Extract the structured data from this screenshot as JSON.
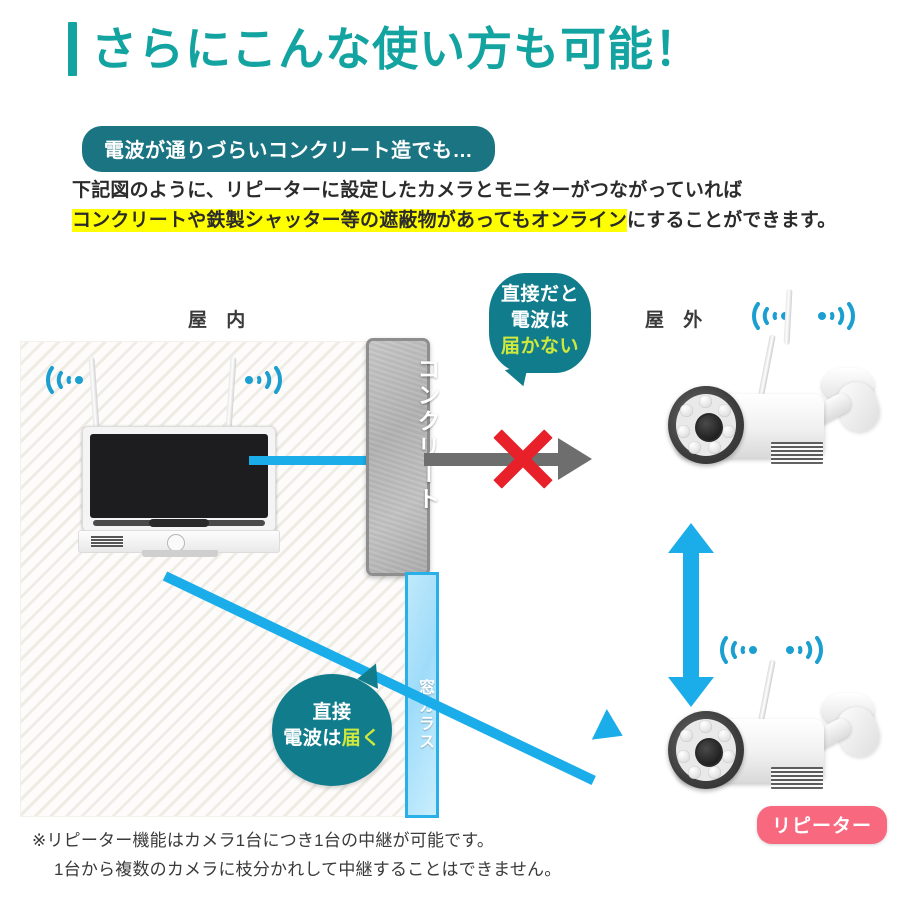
{
  "header": {
    "title": "さらにこんな使い方も可能！",
    "subtitle_pill": "電波が通りづらいコンクリート造でも…",
    "accent_color": "#13a3a0",
    "pill_color": "#1b7482"
  },
  "body": {
    "line1": "下記図のように、リピーターに設定したカメラとモニターがつながっていれば",
    "line2_highlight": "コンクリートや鉄製シャッター等の遮蔽物があってもオンライン",
    "line2_tail": "にすることができます。",
    "highlight_color": "#ffff00"
  },
  "diagram": {
    "label_indoor": "屋 内",
    "label_outdoor": "屋 外",
    "concrete_label": "コンクリート",
    "glass_label": "窓ガラス",
    "bubble_blocked": {
      "line1": "直接だと",
      "line2": "電波は",
      "line3": "届かない",
      "accent_color": "#cfe83c",
      "bg_color": "#117d8c"
    },
    "bubble_direct": {
      "line1": "直接",
      "line2": "電波は",
      "line2_accent": "届く",
      "accent_color": "#cfe83c",
      "bg_color": "#117d8c"
    },
    "repeater_badge": "リピーター",
    "repeater_badge_color": "#f8687f",
    "blue_color": "#1badea",
    "x_color": "#e8202a",
    "arrow_gray": "#6e6e6e"
  },
  "footer": {
    "note1": "※リピーター機能はカメラ1台につき1台の中継が可能です。",
    "note2": "1台から複数のカメラに枝分かれして中継することはできません。"
  }
}
